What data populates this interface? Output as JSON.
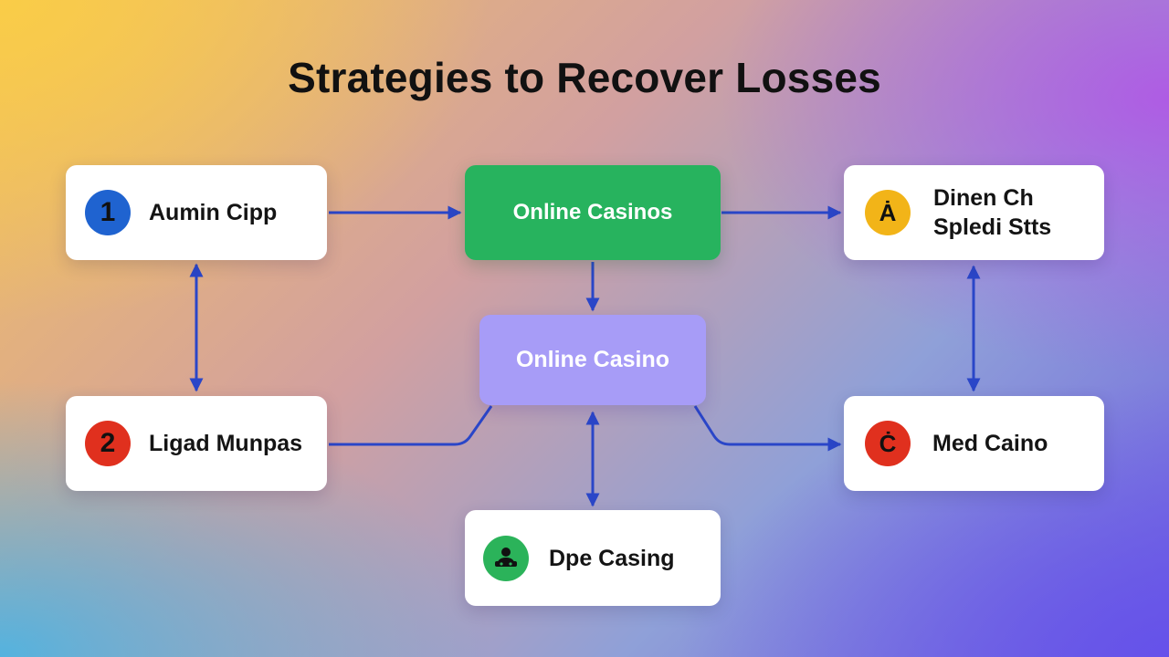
{
  "title": "Strategies to Recover Losses",
  "nodes": {
    "top_left": {
      "badge": "1",
      "badge_color": "#1f63d0",
      "label": "Aumin Cipp"
    },
    "bottom_left": {
      "badge": "2",
      "badge_color": "#e0301e",
      "label": "Ligad Munpas"
    },
    "top_center": {
      "label": "Online Casinos",
      "color": "#27b35e"
    },
    "middle_center": {
      "label": "Online Casino",
      "color": "#a79cf7"
    },
    "bottom_center": {
      "badge_icon": "gambler-icon",
      "badge_color": "#2bb35a",
      "label": "Dpe Casing"
    },
    "top_right": {
      "badge": "Ȧ",
      "badge_color": "#f2b418",
      "label_line1": "Dinen Ch",
      "label_line2": "Spledi Stts"
    },
    "bottom_right": {
      "badge": "Ċ",
      "badge_color": "#e0301e",
      "label": "Med Caino"
    }
  },
  "connector_color": "#2a46c8"
}
